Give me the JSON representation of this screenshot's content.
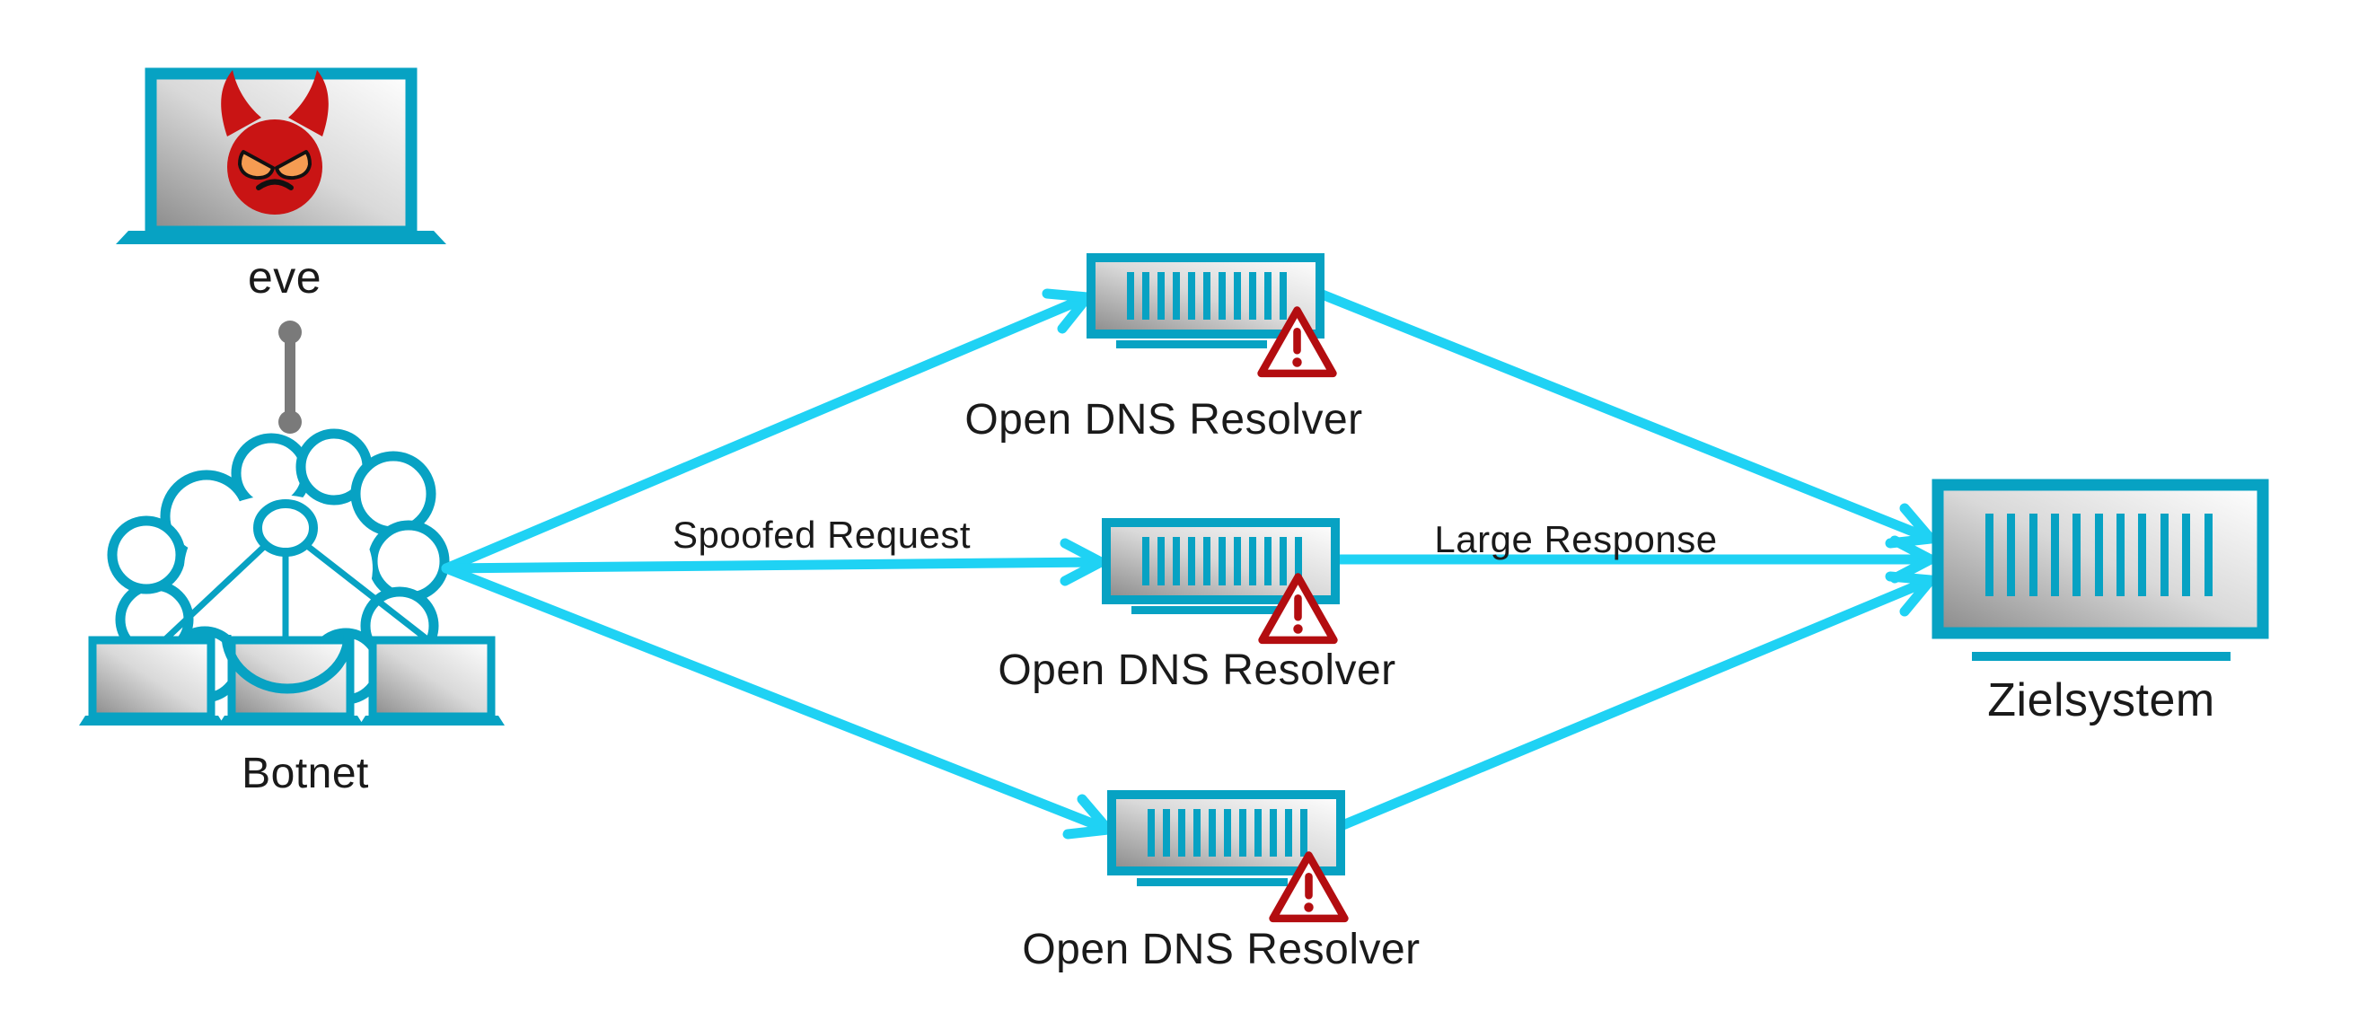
{
  "nodes": {
    "attacker": {
      "label": "eve"
    },
    "botnet": {
      "label": "Botnet"
    },
    "resolver_top": {
      "label": "Open DNS Resolver"
    },
    "resolver_middle": {
      "label": "Open DNS Resolver"
    },
    "resolver_bottom": {
      "label": "Open DNS Resolver"
    },
    "target": {
      "label": "Zielsystem"
    }
  },
  "edges": {
    "spoofed_request_label": "Spoofed Request",
    "large_response_label": "Large Response"
  },
  "icons": [
    "attacker-laptop-icon",
    "devil-face-icon",
    "command-link-icon",
    "botnet-cloud-icon",
    "bot-laptop-icon",
    "dns-server-icon",
    "warning-triangle-icon",
    "target-server-icon",
    "arrow-icon"
  ],
  "colors": {
    "device_teal": "#07a2c3",
    "arrow_cyan": "#1fd2f4",
    "warning_red": "#b30d10",
    "devil_red": "#c91414",
    "devil_eye_orange": "#f59c52",
    "connector_gray": "#7a7a7a",
    "text_ink": "#1a1a1a",
    "background": "#ffffff",
    "metal_dark": "#8a8a8a",
    "metal_mid": "#d9d9d9",
    "metal_light": "#ffffff"
  }
}
